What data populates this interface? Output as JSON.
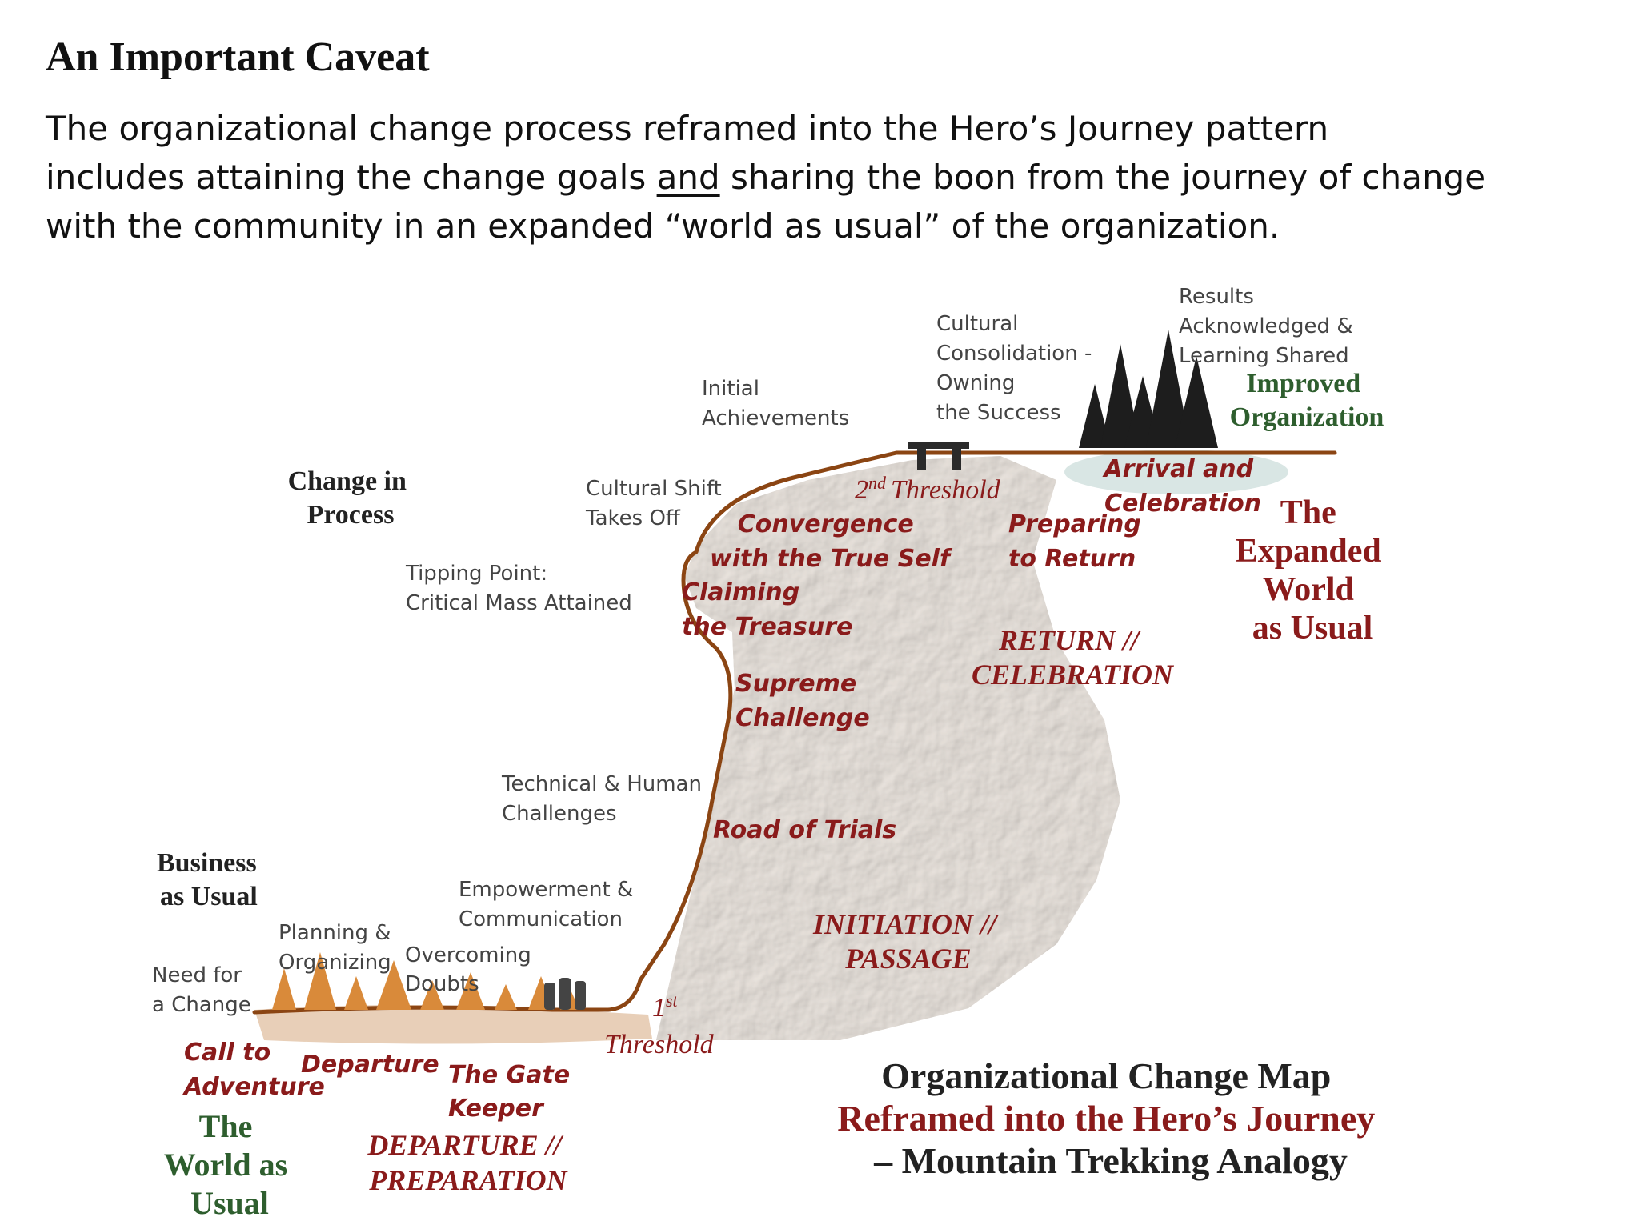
{
  "slide": {
    "title": "An Important Caveat",
    "body_line1": "The organizational change process reframed into the Hero’s Journey pattern",
    "body_line2_pre": "includes attaining the change goals ",
    "body_line2_underlined": "and",
    "body_line2_post": " sharing the boon from the journey of change",
    "body_line3": "with the community in an expanded “world as usual” of the organization."
  },
  "diagram": {
    "zones": {
      "business_l1": "Business",
      "business_l2": "as Usual",
      "change_l1": "Change in",
      "change_l2": "Process",
      "improved_l1": "Improved",
      "improved_l2": "Organization"
    },
    "process_labels": {
      "need_l1": "Need for",
      "need_l2": "a Change",
      "planning_l1": "Planning &",
      "planning_l2": "Organizing",
      "overcoming_l1": "Overcoming",
      "overcoming_l2": "Doubts",
      "empowerment_l1": "Empowerment &",
      "empowerment_l2": "Communication",
      "technical_l1": "Technical & Human",
      "technical_l2": "Challenges",
      "tipping_l1": "Tipping Point:",
      "tipping_l2": "Critical Mass Attained",
      "cultural_shift_l1": "Cultural Shift",
      "cultural_shift_l2": "Takes Off",
      "initial_l1": "Initial",
      "initial_l2": "Achievements",
      "consolidation_l1": "Cultural",
      "consolidation_l2": "Consolidation -",
      "consolidation_l3": "Owning",
      "consolidation_l4": "the Success",
      "results_l1": "Results",
      "results_l2": "Acknowledged &",
      "results_l3": "Learning Shared"
    },
    "journey_stages": {
      "call_l1": "Call to",
      "call_l2": "Adventure",
      "departure": "Departure",
      "gatekeeper_l1": "The Gate",
      "gatekeeper_l2": "Keeper",
      "threshold1_num": "1",
      "threshold1_sup": "st",
      "threshold1_word": "Threshold",
      "road": "Road of Trials",
      "supreme_l1": "Supreme",
      "supreme_l2": "Challenge",
      "claiming_l1": "Claiming",
      "claiming_l2": "the Treasure",
      "convergence_l1": "Convergence",
      "convergence_l2": "with the True Self",
      "threshold2_num": "2",
      "threshold2_sup": "nd",
      "threshold2_word": "Threshold",
      "preparing_l1": "Preparing",
      "preparing_l2": "to Return",
      "arrival_l1": "Arrival and",
      "arrival_l2": "Celebration"
    },
    "phases": {
      "departure_l1": "DEPARTURE //",
      "departure_l2": "PREPARATION",
      "initiation_l1": "INITIATION //",
      "initiation_l2": "PASSAGE",
      "return_l1": "RETURN //",
      "return_l2": "CELEBRATION"
    },
    "worlds": {
      "usual_l1": "The",
      "usual_l2": "World as",
      "usual_l3": "Usual",
      "expanded_l1": "The",
      "expanded_l2": "Expanded",
      "expanded_l3": "World",
      "expanded_l4": "as Usual"
    },
    "map_title": {
      "line1": "Organizational Change Map",
      "line2": "Reframed into the Hero’s Journey",
      "line3": "– Mountain Trekking Analogy"
    }
  },
  "colors": {
    "stage_red": "#8a1b1b",
    "world_green": "#2e5e2e",
    "trail_brown": "#8b4513",
    "mountain_fill": "#e4ddd6",
    "tree_dark": "#1d1d1d",
    "tree_orange": "#d98a3a"
  }
}
